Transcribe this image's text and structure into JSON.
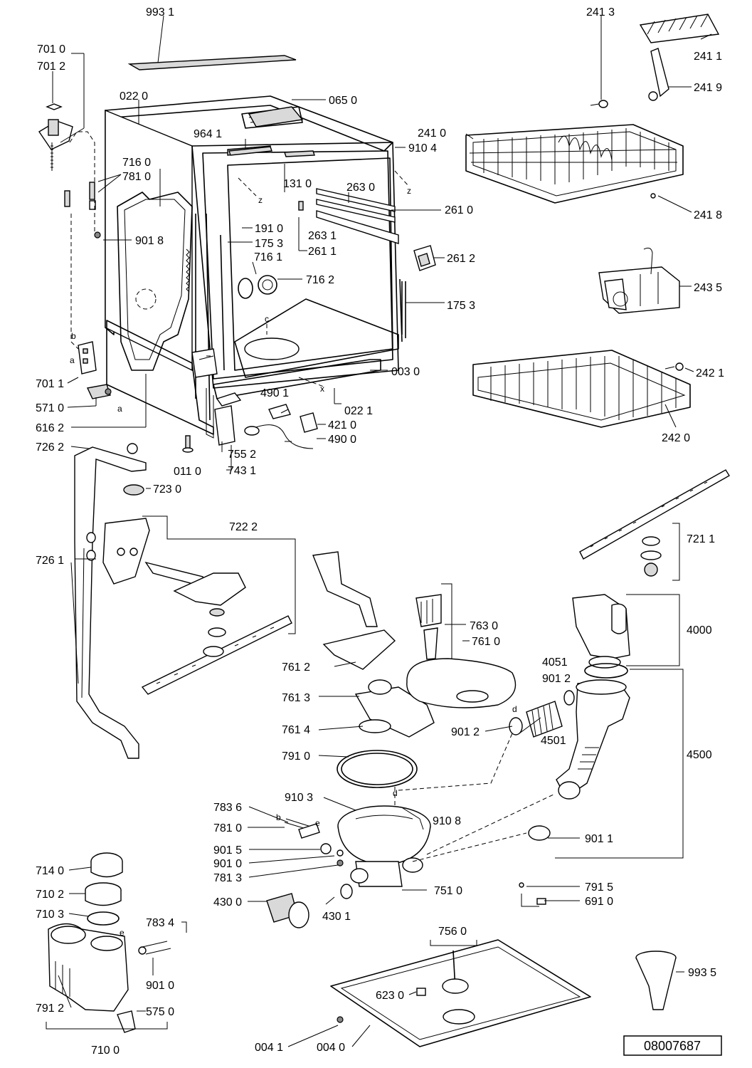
{
  "drawing_number": "08007687",
  "part_labels": {
    "p9931": "993 1",
    "p7010": "701 0",
    "p7012": "701 2",
    "p0220": "022 0",
    "p0650": "065 0",
    "p9641": "964 1",
    "p9104": "910 4",
    "p7160": "716 0",
    "p7810": "781 0",
    "p1310": "131 0",
    "p2630": "263 0",
    "p9018": "901 8",
    "p1910": "191 0",
    "p1753a": "175 3",
    "p2631": "263 1",
    "p2611": "261 1",
    "p2610": "261 0",
    "p2612": "261 2",
    "p7161": "716 1",
    "p7162": "716 2",
    "p1753b": "175 3",
    "p0030": "003 0",
    "p7011": "701 1",
    "p5710": "571 0",
    "p6162": "616 2",
    "p4901": "490 1",
    "p0221": "022 1",
    "p4210": "421 0",
    "p4900": "490 0",
    "p7262": "726 2",
    "p0110": "011 0",
    "p7552": "755 2",
    "p7431": "743 1",
    "p7230": "723 0",
    "p7222": "722 2",
    "p7261": "726 1",
    "p2413": "241 3",
    "p2411": "241 1",
    "p2419": "241 9",
    "p2410": "241 0",
    "p2418": "241 8",
    "p2435": "243 5",
    "p2421": "242 1",
    "p2420": "242 0",
    "p7211": "721 1",
    "p4000": "4000",
    "p7630": "763 0",
    "p7610": "761 0",
    "p4051": "4051",
    "p9012a": "901 2",
    "p7612": "761 2",
    "p7613": "761 3",
    "p9012b": "901 2",
    "p4501": "4501",
    "p7614": "761 4",
    "p4500": "4500",
    "p7910": "791 0",
    "p9103": "910 3",
    "p7836": "783 6",
    "p9108": "910 8",
    "p7810b": "781 0",
    "p9015": "901 5",
    "p9011": "901 1",
    "p9010a": "901 0",
    "p7813": "781 3",
    "p7510": "751 0",
    "p7140": "714 0",
    "p7915": "791 5",
    "p4300": "430 0",
    "p6910": "691 0",
    "p7102": "710 2",
    "p4301": "430 1",
    "p7103": "710 3",
    "p7834": "783 4",
    "p7560": "756 0",
    "p9010b": "901 0",
    "p6230": "623 0",
    "p9935": "993 5",
    "p7912": "791 2",
    "p5750": "575 0",
    "p7100": "710 0",
    "p0041": "004 1",
    "p0040": "004 0"
  },
  "callout_letters": {
    "z1": "z",
    "z2": "z",
    "c": "c",
    "x": "x",
    "d": "d",
    "a1": "a",
    "a2": "a",
    "b1": "b",
    "b2": "b",
    "e1": "e",
    "e2": "e",
    "d2": "d"
  }
}
